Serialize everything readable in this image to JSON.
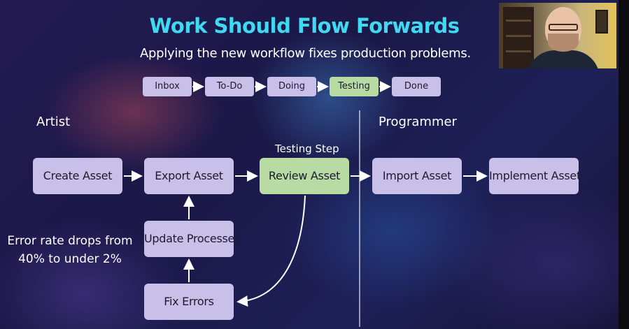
{
  "slide": {
    "title": "Work Should Flow Forwards",
    "subtitle": "Applying the new workflow fixes production problems."
  },
  "pipeline": {
    "stages": [
      {
        "label": "Inbox",
        "active": false
      },
      {
        "label": "To-Do",
        "active": false
      },
      {
        "label": "Doing",
        "active": false
      },
      {
        "label": "Testing",
        "active": true
      },
      {
        "label": "Done",
        "active": false
      }
    ]
  },
  "roles": {
    "artist": "Artist",
    "programmer": "Programmer"
  },
  "flow": {
    "testing_step_label": "Testing Step",
    "create_asset": "Create Asset",
    "export_asset": "Export Asset",
    "review_asset": "Review Asset",
    "import_asset": "Import Asset",
    "implement_asset": "Implement Asset",
    "update_processes": "Update Processes",
    "fix_errors": "Fix Errors"
  },
  "note": {
    "line1": "Error rate drops from",
    "line2": "40% to under 2%"
  },
  "colors": {
    "title": "#3fd9f2",
    "box_purple": "#c9c0e9",
    "box_green": "#b7dba2",
    "background": "#1b1848"
  },
  "webcam": {
    "description_icon": "presenter-video-icon"
  }
}
